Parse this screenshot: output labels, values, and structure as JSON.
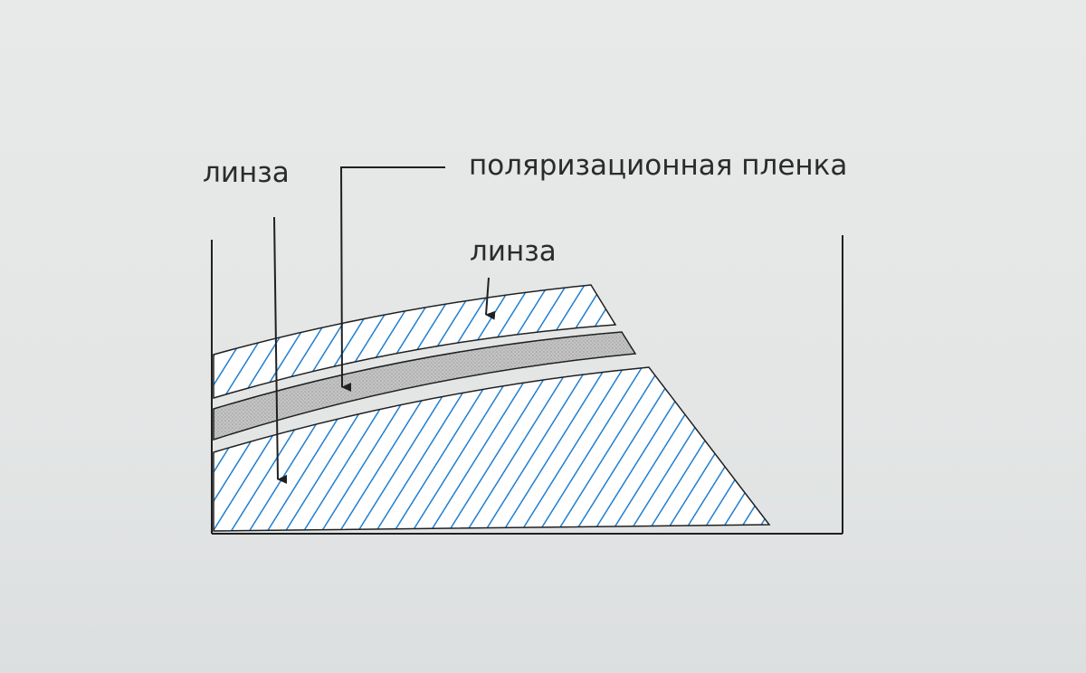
{
  "diagram": {
    "labels": {
      "lens_left": "линза",
      "polarizing_film": "поляризационная пленка",
      "lens_top": "линза"
    },
    "colors": {
      "hatch": "#1f7fd0",
      "lens_fill": "#ffffff",
      "film_fill": "#bdbdbd",
      "outline": "#202020",
      "text": "#2b2b2b"
    }
  }
}
